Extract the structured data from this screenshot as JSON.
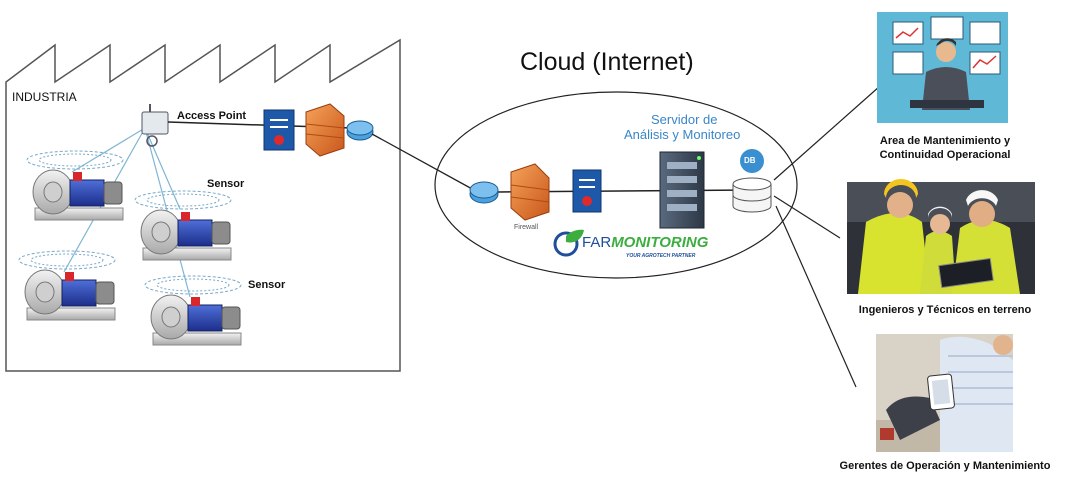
{
  "factory": {
    "label": "INDUSTRIA"
  },
  "network": {
    "access_point_label": "Access Point",
    "sensor_label_1": "Sensor",
    "sensor_label_2": "Sensor"
  },
  "cloud": {
    "title": "Cloud (Internet)",
    "server_label_line1": "Servidor de",
    "server_label_line2": "Análisis y Monitoreo",
    "firewall_label": "Firewall",
    "db_label": "DB",
    "brand": {
      "prefix": "FAR",
      "suffix": "MONITORING",
      "tagline": "YOUR AGROTECH PARTNER"
    }
  },
  "stakeholders": [
    {
      "line1": "Area de Mantenimiento y",
      "line2": "Continuidad Operacional"
    },
    {
      "line1": "Ingenieros y Técnicos en terreno",
      "line2": ""
    },
    {
      "line1": "Gerentes de Operación y Mantenimiento",
      "line2": ""
    }
  ],
  "colors": {
    "line": "#222222",
    "brand_blue": "#1f4e9a",
    "brand_green": "#3cae3f",
    "server_blue": "#2e6fb0",
    "firewall": "#e8772a",
    "router": "#3a8fd0"
  },
  "icons": [
    "factory-outline",
    "pump-icon",
    "access-point-icon",
    "switch-icon",
    "firewall-icon",
    "router-icon",
    "server-icon",
    "database-icon",
    "leaf-logo-icon"
  ]
}
